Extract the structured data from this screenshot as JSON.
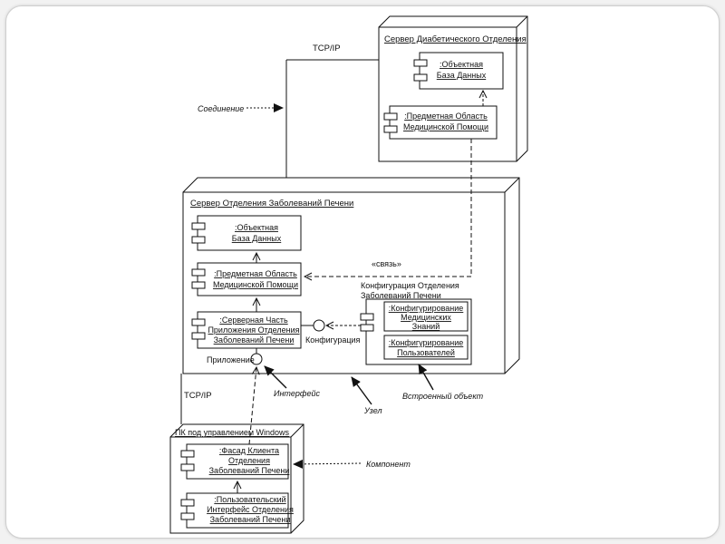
{
  "nodes": {
    "diabetes_server": {
      "title": "Сервер Диабетического Отделения",
      "components": [
        {
          "line1": ":Объектная",
          "line2": "База Данных"
        },
        {
          "line1": ":Предметная Область",
          "line2": "Медицинской Помощи"
        }
      ]
    },
    "liver_server": {
      "title": "Сервер Отделения Заболеваний Печени",
      "components": [
        {
          "line1": ":Объектная",
          "line2": "База Данных"
        },
        {
          "line1": ":Предметная Область",
          "line2": "Медицинской Помощи"
        },
        {
          "line1": ":Серверная Часть",
          "line2": "Приложения Отделения",
          "line3": "Заболеваний Печени"
        }
      ],
      "embedded": {
        "title1": "Конфигурация Отделения",
        "title2": "Заболеваний Печени",
        "components": [
          {
            "line1": ":Конфигурирование",
            "line2": "Медицинских",
            "line3": "Знаний"
          },
          {
            "line1": ":Конфигурирование",
            "line2": "Пользователей"
          }
        ]
      }
    },
    "pc_client": {
      "title": "ПК под управлением Windows",
      "components": [
        {
          "line1": ":Фасад Клиента",
          "line2": "Отделения",
          "line3": "Заболеваний Печени"
        },
        {
          "line1": ":Пользовательский",
          "line2": "Интерфейс Отделения",
          "line3": "Заболеваний Печени"
        }
      ]
    }
  },
  "labels": {
    "tcpip_top": "TCP/IP",
    "tcpip_bottom": "TCP/IP",
    "svyaz": "«связь»",
    "configuration": "Конфигурация",
    "application": "Приложение"
  },
  "annotations": {
    "connection": "Соединение",
    "interface": "Интерфейс",
    "node": "Узел",
    "embedded_object": "Встроенный объект",
    "component": "Компонент"
  }
}
